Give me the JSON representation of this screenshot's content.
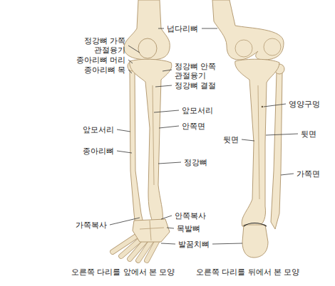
{
  "diagram": {
    "labels": [
      "넙다리뼈",
      "정강뼈 가쪽 관절융기",
      "종아리뼈 머리",
      "종아리뼈 목",
      "정강뼈 안쪽 관절융기",
      "정강뼈 결절",
      "앞모서리",
      "앞모서리",
      "안쪽면",
      "종아리뼈",
      "정강뼈",
      "가쪽복사",
      "안쪽복사",
      "목발뼈",
      "발꿈치뼈",
      "영양구멍",
      "뒷면",
      "뒷면",
      "가쪽면",
      "오른쪽 다리를 앞에서 본 모양",
      "오른쪽 다리를 뒤에서 본 모양"
    ]
  }
}
